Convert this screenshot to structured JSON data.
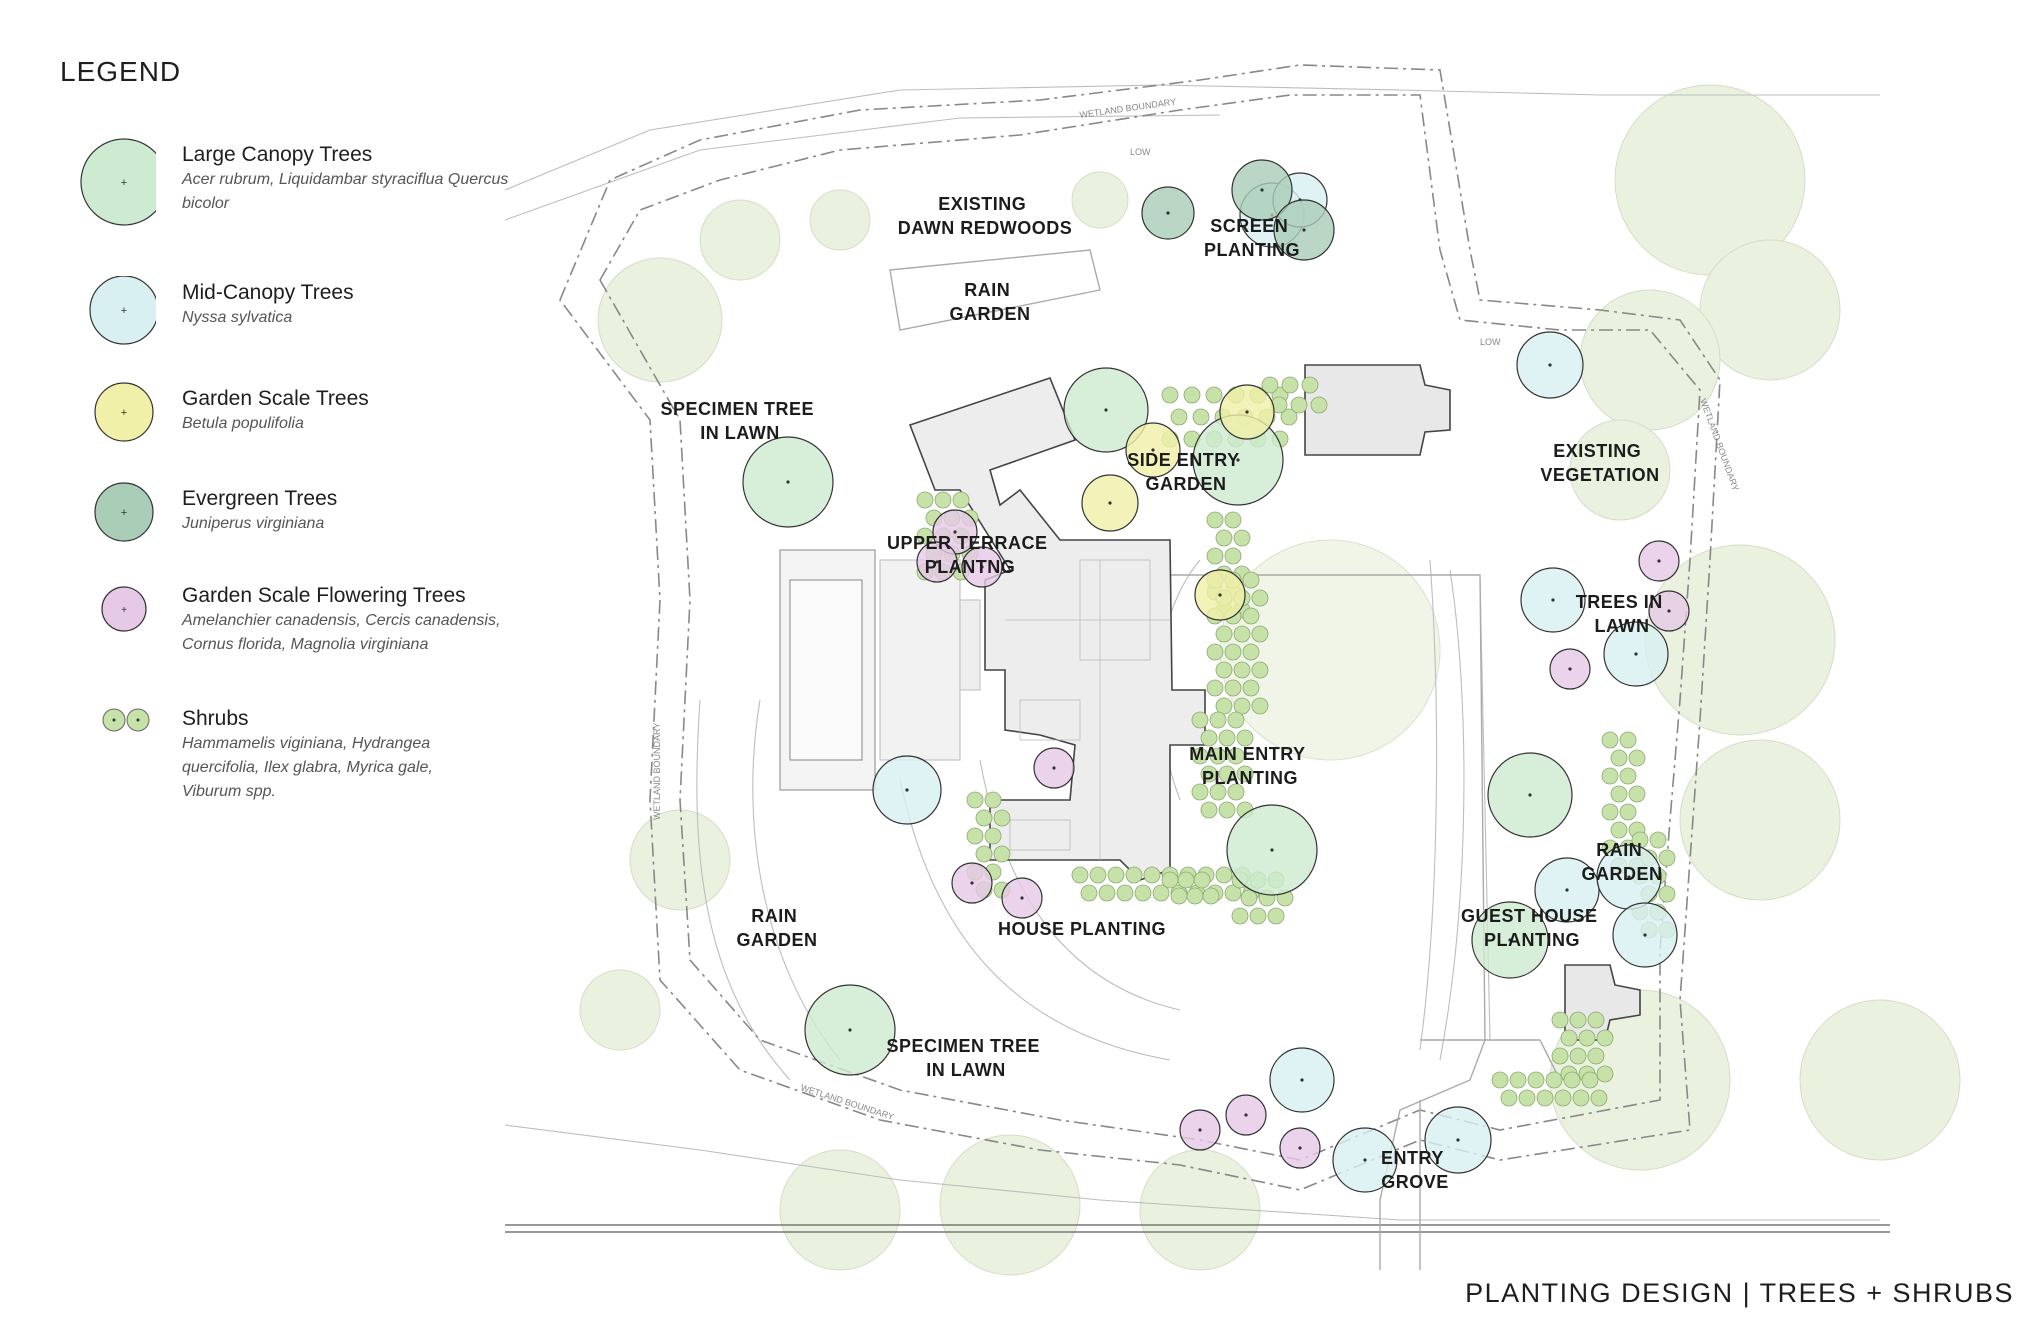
{
  "legend": {
    "title": "LEGEND",
    "items": [
      {
        "name": "Large Canopy Trees",
        "species": "Acer rubrum, Liquidambar styraciflua Quercus bicolor"
      },
      {
        "name": "Mid-Canopy Trees",
        "species": "Nyssa sylvatica"
      },
      {
        "name": "Garden Scale Trees",
        "species": "Betula populifolia"
      },
      {
        "name": "Evergreen Trees",
        "species": "Juniperus virginiana"
      },
      {
        "name": "Garden Scale Flowering Trees",
        "species": "Amelanchier canadensis, Cercis canadensis, Cornus florida, Magnolia virginiana"
      },
      {
        "name": "Shrubs",
        "species": "Hammamelis viginiana, Hydrangea quercifolia, Ilex glabra, Myrica gale, Viburum spp."
      }
    ]
  },
  "colors": {
    "large": "#cdebd0",
    "mid": "#d8f0f1",
    "garden": "#f0f0a8",
    "evergreen": "#a9cdb7",
    "flowering": "#e6c9e6",
    "shrub": "#c6e2a8",
    "existing": "#e6efd8"
  },
  "plan_labels": {
    "existing_redwoods": [
      "EXISTING",
      "DAWN REDWOODS"
    ],
    "screen_planting": [
      "SCREEN",
      "PLANTING"
    ],
    "rain_garden_north": [
      "RAIN",
      "GARDEN"
    ],
    "specimen_tree_west": [
      "SPECIMEN TREE",
      "IN LAWN"
    ],
    "side_entry_garden": [
      "SIDE ENTRY",
      "GARDEN"
    ],
    "existing_vegetation": [
      "EXISTING",
      "VEGETATION"
    ],
    "upper_terrace": [
      "UPPER TERRACE",
      "PLANTNG"
    ],
    "trees_in_lawn": [
      "TREES IN",
      "LAWN"
    ],
    "main_entry": [
      "MAIN ENTRY",
      "PLANTING"
    ],
    "rain_garden_east": [
      "RAIN",
      "GARDEN"
    ],
    "guest_house": [
      "GUEST HOUSE",
      "PLANTING"
    ],
    "rain_garden_west": [
      "RAIN",
      "GARDEN"
    ],
    "house_planting": [
      "HOUSE PLANTING"
    ],
    "specimen_tree_south": [
      "SPECIMEN TREE",
      "IN LAWN"
    ],
    "entry_grove": [
      "ENTRY",
      "GROVE"
    ]
  },
  "plan_notes": {
    "wetland": "WETLAND BOUNDARY",
    "low": "LOW"
  },
  "page_title": "PLANTING DESIGN | TREES + SHRUBS"
}
